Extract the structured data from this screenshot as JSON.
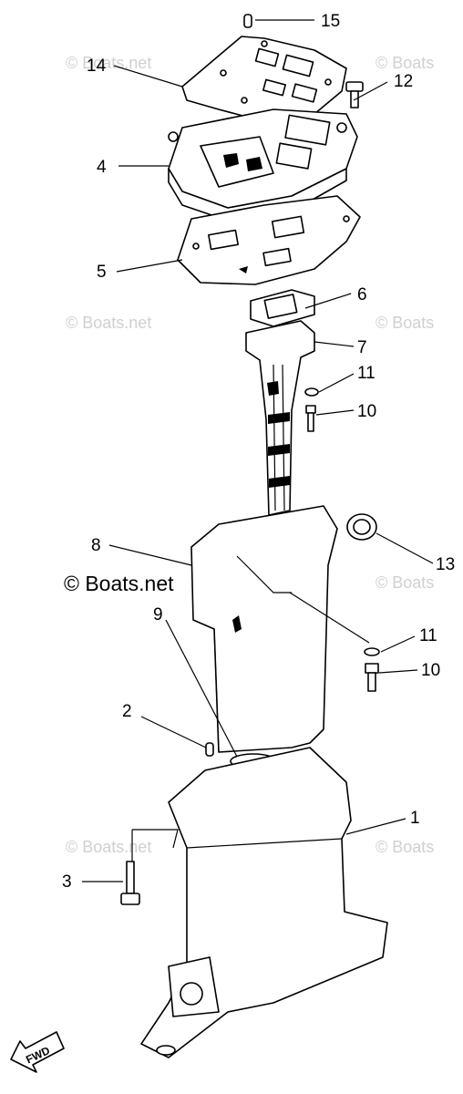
{
  "watermark": "© Boats.net",
  "watermark_short": "© Boats",
  "callouts": [
    {
      "id": "15",
      "label": "15"
    },
    {
      "id": "14",
      "label": "14"
    },
    {
      "id": "12",
      "label": "12"
    },
    {
      "id": "4",
      "label": "4"
    },
    {
      "id": "5",
      "label": "5"
    },
    {
      "id": "6",
      "label": "6"
    },
    {
      "id": "7",
      "label": "7"
    },
    {
      "id": "11a",
      "label": "11"
    },
    {
      "id": "10a",
      "label": "10"
    },
    {
      "id": "8",
      "label": "8"
    },
    {
      "id": "13",
      "label": "13"
    },
    {
      "id": "11b",
      "label": "11"
    },
    {
      "id": "10b",
      "label": "10"
    },
    {
      "id": "9",
      "label": "9"
    },
    {
      "id": "2",
      "label": "2"
    },
    {
      "id": "1",
      "label": "1"
    },
    {
      "id": "3",
      "label": "3"
    }
  ],
  "direction_arrow": "FWD"
}
